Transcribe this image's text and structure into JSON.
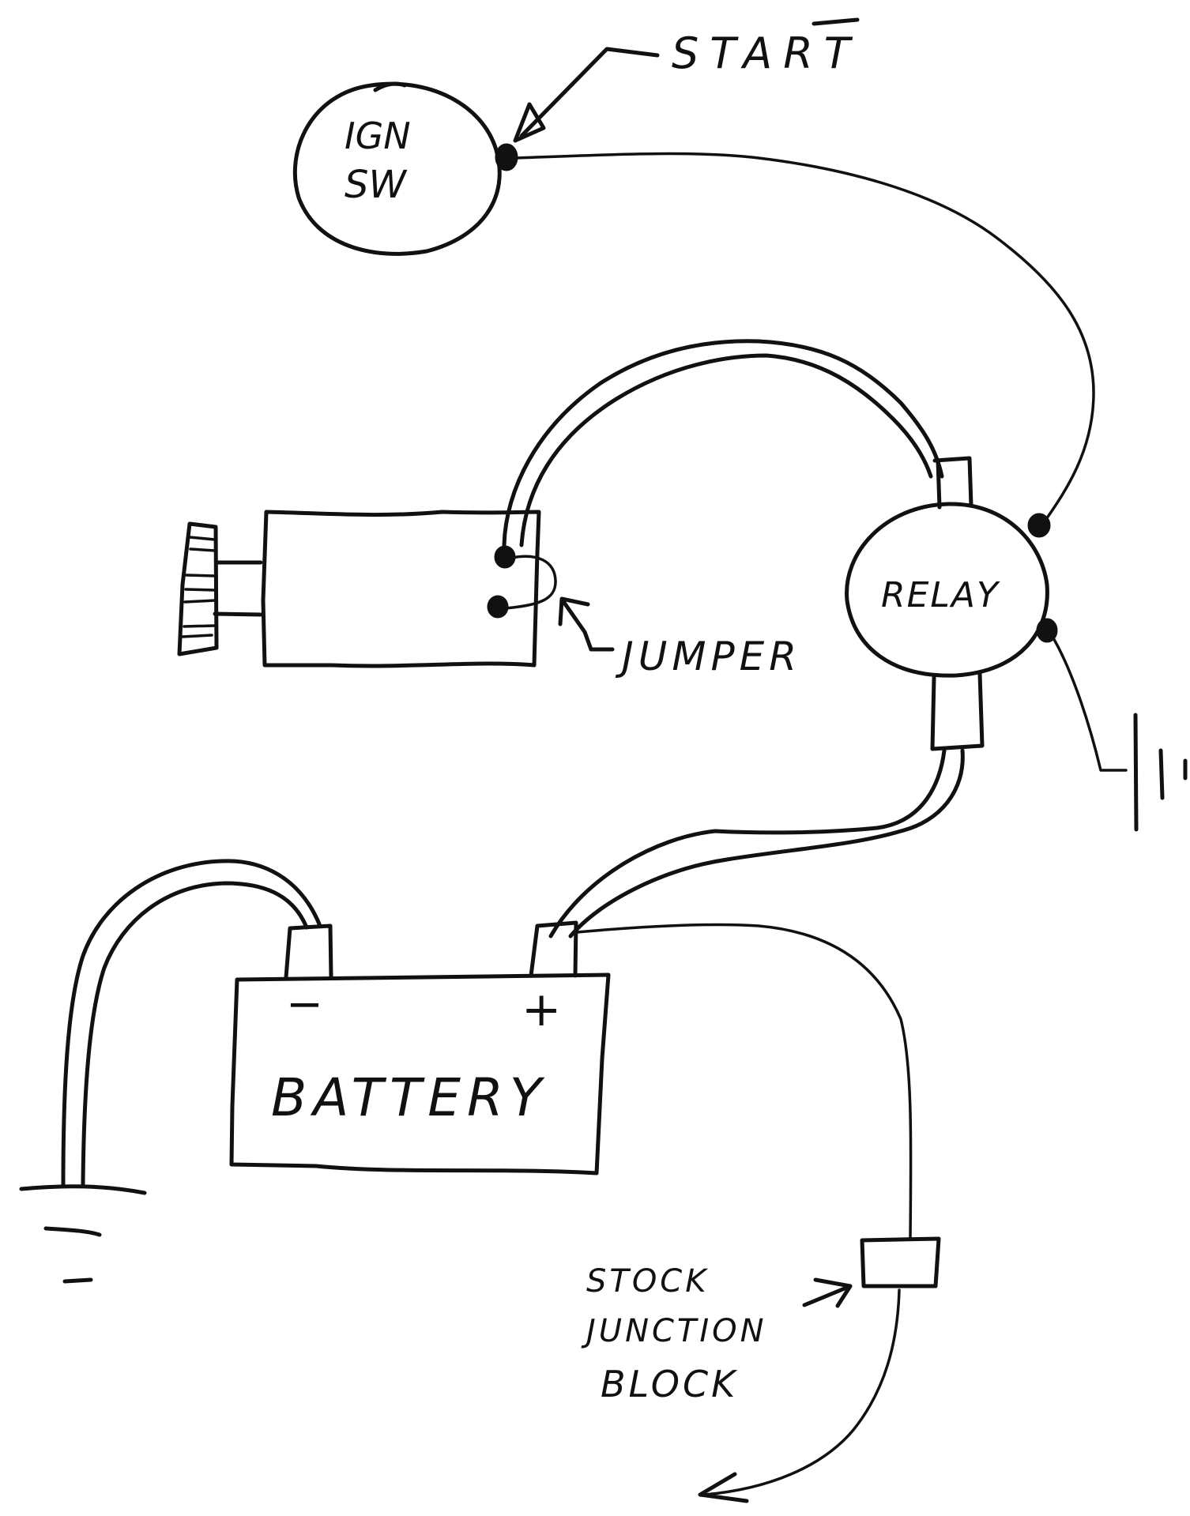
{
  "diagram": {
    "type": "hand-drawn wiring diagram",
    "ink_color": "#111111",
    "background_color": "#ffffff",
    "components": {
      "ignition_switch": {
        "label_line1": "IGN",
        "label_line2": "SW"
      },
      "start_callout": {
        "label": "START"
      },
      "relay": {
        "label": "RELAY"
      },
      "starter_motor": {
        "jumper_label": "JUMPER"
      },
      "battery": {
        "label": "BATTERY",
        "negative_mark": "−",
        "positive_mark": "+"
      },
      "junction_block": {
        "label_line1": "STOCK",
        "label_line2": "JUNCTION",
        "label_line3": "BLOCK"
      }
    },
    "connections": [
      {
        "from": "IGN SW start terminal",
        "to": "RELAY small terminal (upper)"
      },
      {
        "from": "RELAY large terminal (top)",
        "to": "starter motor terminal"
      },
      {
        "from": "RELAY large terminal (bottom)",
        "to": "BATTERY +"
      },
      {
        "from": "RELAY small terminal (lower)",
        "to": "ground"
      },
      {
        "from": "BATTERY −",
        "to": "ground"
      },
      {
        "from": "BATTERY +",
        "to": "STOCK JUNCTION BLOCK"
      }
    ]
  }
}
